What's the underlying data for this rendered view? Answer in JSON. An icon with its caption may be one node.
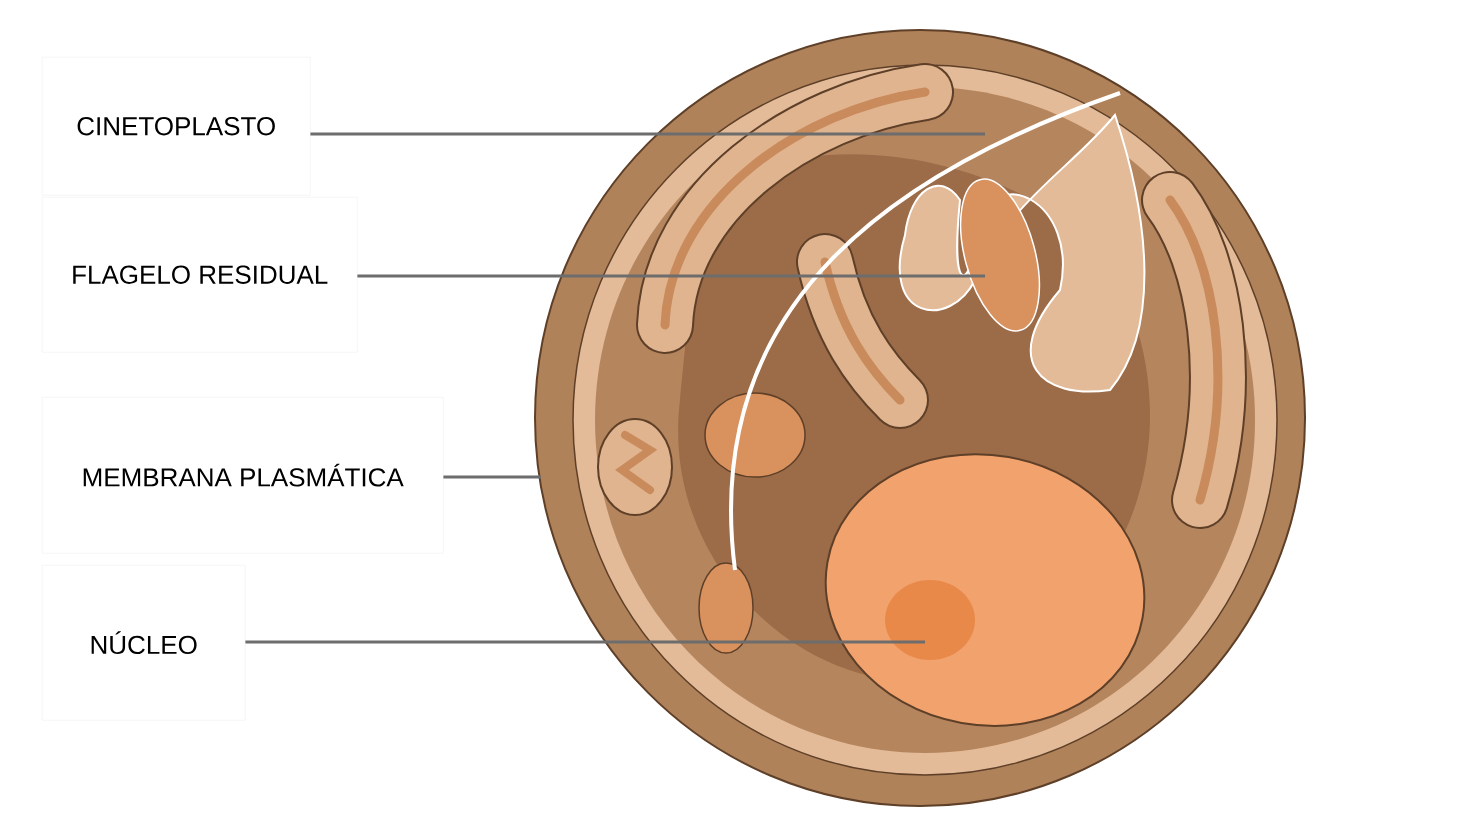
{
  "diagram": {
    "nodes": [
      {
        "text": [
          "CINETOPLASTO"
        ]
      },
      {
        "text": [
          "FLAGELO RESIDUAL"
        ]
      },
      {
        "text": [
          "MEMBRANA PLASMÁTICA"
        ]
      },
      {
        "text": [
          "NÚCLEO"
        ]
      }
    ],
    "edges": [
      {
        "from": 0,
        "to": null,
        "arrow": "none"
      },
      {
        "from": 1,
        "to": null,
        "arrow": "none"
      },
      {
        "from": 2,
        "to": null,
        "arrow": "none"
      },
      {
        "from": 3,
        "to": null,
        "arrow": "none"
      }
    ]
  }
}
